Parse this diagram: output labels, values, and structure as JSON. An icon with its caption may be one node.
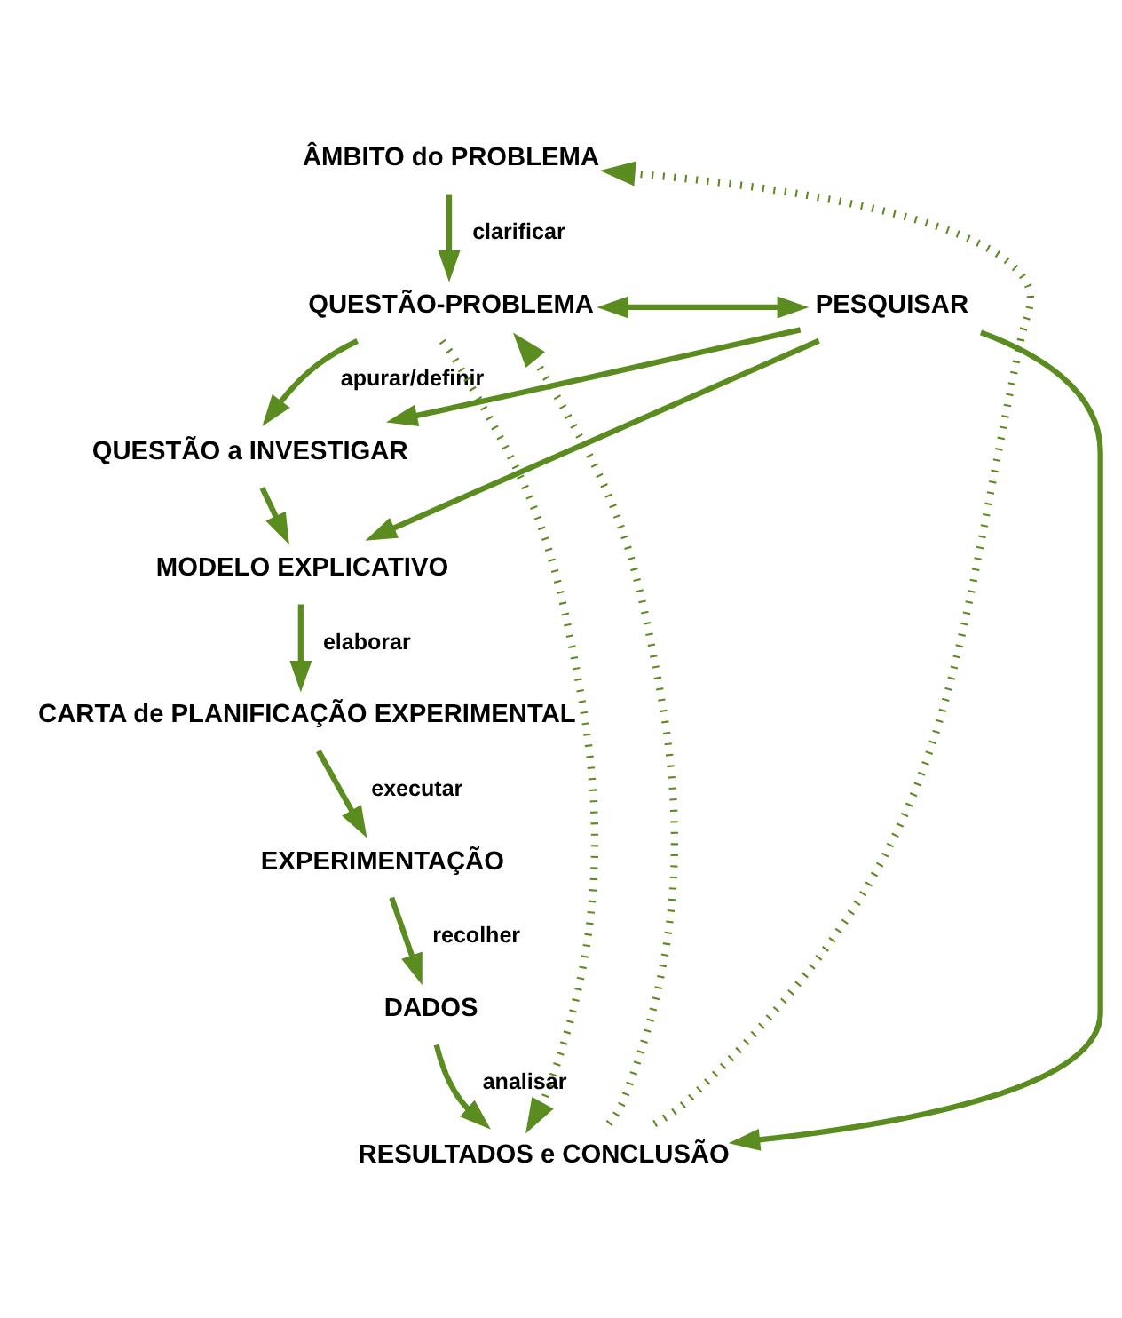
{
  "diagram": {
    "nodes": [
      {
        "text": [
          "ÂMBITO do PROBLEMA"
        ]
      },
      {
        "text": [
          "QUESTÃO-PROBLEMA"
        ]
      },
      {
        "text": [
          "PESQUISAR"
        ]
      },
      {
        "text": [
          "QUESTÃO a INVESTIGAR"
        ]
      },
      {
        "text": [
          "MODELO EXPLICATIVO"
        ]
      },
      {
        "text": [
          "CARTA de PLANIFICAÇÃO EXPERIMENTAL"
        ]
      },
      {
        "text": [
          "EXPERIMENTAÇÃO"
        ]
      },
      {
        "text": [
          "DADOS"
        ]
      },
      {
        "text": [
          "RESULTADOS e CONCLUSÃO"
        ]
      }
    ],
    "edges": [
      {
        "from": 0,
        "to": 1,
        "arrow": "to",
        "label": "clarificar"
      },
      {
        "from": 1,
        "to": 2,
        "arrow": "both"
      },
      {
        "from": 1,
        "to": 3,
        "arrow": "to",
        "label": "apurar/definir"
      },
      {
        "from": 2,
        "to": 3,
        "arrow": "to"
      },
      {
        "from": 3,
        "to": 4,
        "arrow": "to"
      },
      {
        "from": 2,
        "to": 4,
        "arrow": "to"
      },
      {
        "from": 4,
        "to": 5,
        "arrow": "to",
        "label": "elaborar"
      },
      {
        "from": 5,
        "to": 6,
        "arrow": "to",
        "label": "executar"
      },
      {
        "from": 6,
        "to": 7,
        "arrow": "to",
        "label": "recolher"
      },
      {
        "from": 7,
        "to": 8,
        "arrow": "to",
        "label": "analisar"
      },
      {
        "from": 2,
        "to": 8,
        "arrow": "to"
      },
      {
        "from": 8,
        "to": 0,
        "arrow": "to",
        "style": "dashed"
      },
      {
        "from": 8,
        "to": 1,
        "arrow": "to",
        "style": "dashed"
      },
      {
        "from": 1,
        "to": 8,
        "arrow": "to",
        "style": "dashed"
      }
    ]
  }
}
